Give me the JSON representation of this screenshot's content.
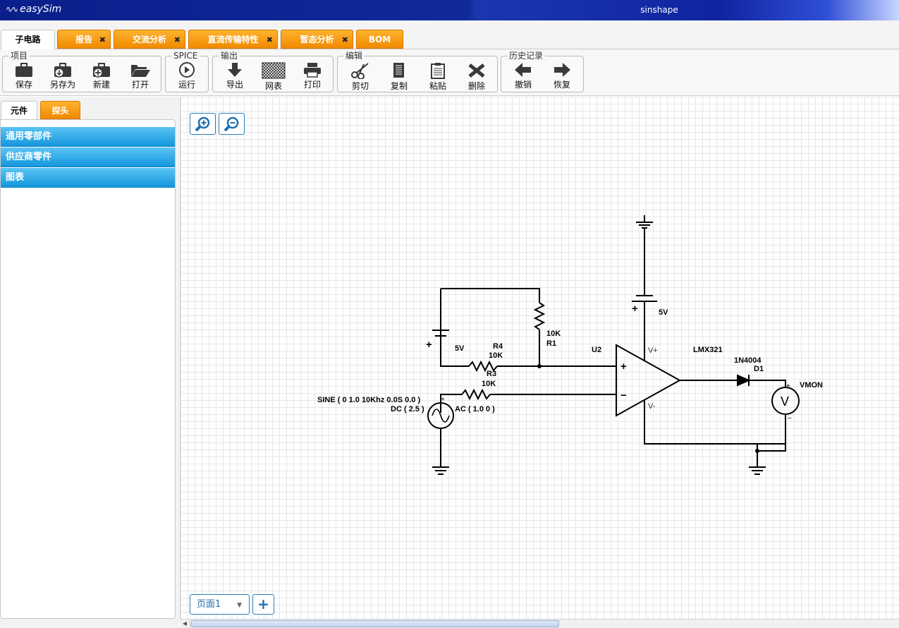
{
  "header": {
    "logo": "easySim",
    "logo_wave": "∿∿",
    "user": "sinshape"
  },
  "tabs": [
    {
      "label": "子电路",
      "closable": false,
      "active": true
    },
    {
      "label": "报告",
      "closable": true,
      "active": false
    },
    {
      "label": "交流分析",
      "closable": true,
      "active": false
    },
    {
      "label": "直流传输特性",
      "closable": true,
      "active": false
    },
    {
      "label": "暂态分析",
      "closable": true,
      "active": false
    },
    {
      "label": "BOM",
      "closable": false,
      "active": false
    }
  ],
  "tab_close_glyph": "✖",
  "toolbar": {
    "groups": [
      {
        "title": "项目",
        "buttons": [
          {
            "label": "保存",
            "icon": "briefcase-icon"
          },
          {
            "label": "另存为",
            "icon": "briefcase-down-icon"
          },
          {
            "label": "新建",
            "icon": "briefcase-add-icon"
          },
          {
            "label": "打开",
            "icon": "folder-open-icon"
          }
        ]
      },
      {
        "title": "SPICE",
        "buttons": [
          {
            "label": "运行",
            "icon": "play-circle-icon"
          }
        ]
      },
      {
        "title": "输出",
        "buttons": [
          {
            "label": "导出",
            "icon": "arrow-down-icon"
          },
          {
            "label": "网表",
            "icon": "netlist-grid-icon"
          },
          {
            "label": "打印",
            "icon": "printer-icon"
          }
        ]
      },
      {
        "title": "编辑",
        "buttons": [
          {
            "label": "剪切",
            "icon": "scissors-icon"
          },
          {
            "label": "复制",
            "icon": "copy-icon"
          },
          {
            "label": "粘贴",
            "icon": "paste-icon"
          },
          {
            "label": "删除",
            "icon": "delete-x-icon"
          }
        ]
      },
      {
        "title": "历史记录",
        "buttons": [
          {
            "label": "撤销",
            "icon": "arrow-left-icon"
          },
          {
            "label": "恢复",
            "icon": "arrow-right-icon"
          }
        ]
      }
    ]
  },
  "left_panel": {
    "tabs": [
      {
        "label": "元件",
        "active": true
      },
      {
        "label": "探头",
        "active": false
      }
    ],
    "sections": [
      "通用零部件",
      "供应商零件",
      "图表"
    ]
  },
  "schematic": {
    "labels": {
      "vcc_voltage": "5V",
      "vbias_voltage": "5V",
      "r1_value": "10K",
      "r1_name": "R1",
      "r4_name": "R4",
      "r4_value": "10K",
      "r3_name": "R3",
      "r3_value": "10K",
      "u2_name": "U2",
      "u2_model": "LMX321",
      "vplus": "V+",
      "vminus": "V-",
      "d1_model": "1N4004",
      "d1_name": "D1",
      "vmon_name": "VMON",
      "vmon_symbol": "V",
      "src_sine": "SINE ( 0 1.0 10Khz 0.0S 0.0 )",
      "src_dc": "DC ( 2.5 )",
      "src_ac": "AC ( 1.0 0 )",
      "plus": "+",
      "minus": "−"
    }
  },
  "pages": {
    "current": "页面1",
    "add_label": "+",
    "caret": "▼"
  },
  "scrollbar": {
    "left_arrow": "◀"
  }
}
